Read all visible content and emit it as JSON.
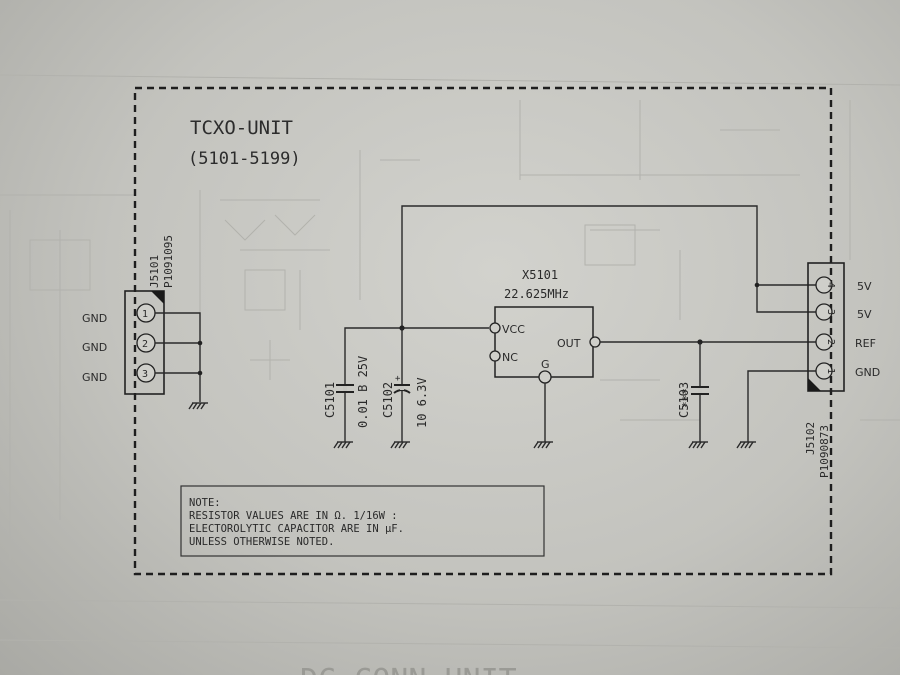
{
  "unit": {
    "title": "TCXO-UNIT",
    "range": "(5101-5199)"
  },
  "j5101": {
    "ref": "J5101",
    "part": "P1091095",
    "pins": [
      "1",
      "2",
      "3"
    ],
    "labels": [
      "GND",
      "GND",
      "GND"
    ]
  },
  "j5102": {
    "ref": "J5102",
    "part": "P1090873",
    "pins": [
      "4",
      "3",
      "2",
      "1"
    ],
    "labels": [
      "5V",
      "5V",
      "REF",
      "GND"
    ]
  },
  "c5101": {
    "ref": "C5101",
    "value": "0.01 B 25V"
  },
  "c5102": {
    "ref": "C5102",
    "value": "10 6.3V"
  },
  "c5103": {
    "ref": "C5103",
    "value": "***"
  },
  "x5101": {
    "ref": "X5101",
    "freq": "22.625MHz",
    "pin_vcc": "VCC",
    "pin_nc": "NC",
    "pin_out": "OUT",
    "pin_g": "G"
  },
  "note": {
    "lines": [
      "NOTE:",
      "RESISTOR VALUES ARE IN Ω. 1/16W :",
      "ELECTOROLYTIC CAPACITOR ARE IN μF.",
      "UNLESS OTHERWISE NOTED."
    ]
  },
  "background": {
    "next_unit": "DC CONN UNIT"
  }
}
